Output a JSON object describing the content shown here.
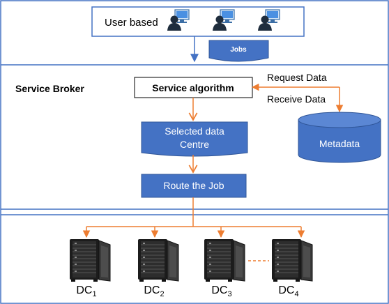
{
  "user_section": {
    "label": "User based",
    "user_count": 3,
    "icon": "user-computer-icon"
  },
  "jobs_label": "Jobs",
  "broker": {
    "title": "Service Broker",
    "algorithm_label": "Service algorithm",
    "selected_line1": "Selected data",
    "selected_line2": "Centre",
    "route_label": "Route the Job",
    "request_label": "Request Data",
    "receive_label": "Receive Data",
    "metadata_label": "Metadata"
  },
  "datacenters": [
    {
      "base": "DC",
      "sub": "1"
    },
    {
      "base": "DC",
      "sub": "2"
    },
    {
      "base": "DC",
      "sub": "3"
    },
    {
      "base": "DC",
      "sub": "4"
    }
  ],
  "server_icon": "server-rack-icon",
  "colors": {
    "frame_blue": "#4472c4",
    "box_blue": "#4472c4",
    "box_blue_dark": "#2f5597",
    "arrow_orange": "#ed7d31",
    "text_dark": "#000000",
    "text_white": "#ffffff",
    "user_icon_dark": "#1f2d3d",
    "monitor_blue": "#4a90e2"
  }
}
